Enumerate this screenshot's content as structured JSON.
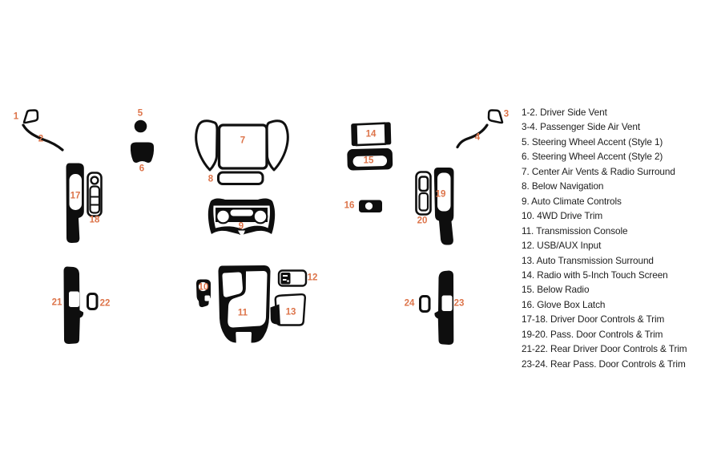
{
  "diagram": {
    "part_labels": [
      "1",
      "2",
      "3",
      "4",
      "5",
      "6",
      "7",
      "8",
      "9",
      "10",
      "11",
      "12",
      "13",
      "14",
      "15",
      "16",
      "17",
      "18",
      "19",
      "20",
      "21",
      "22",
      "23",
      "24"
    ]
  },
  "legend": {
    "items": [
      "1-2. Driver Side Vent",
      "3-4. Passenger Side Air Vent",
      "5. Steering Wheel Accent (Style 1)",
      "6. Steering Wheel Accent (Style 2)",
      "7. Center Air Vents & Radio Surround",
      "8. Below Navigation",
      "9. Auto Climate Controls",
      "10. 4WD Drive Trim",
      "11. Transmission Console",
      "12. USB/AUX Input",
      "13. Auto Transmission Surround",
      "14. Radio with 5-Inch Touch Screen",
      "15. Below Radio",
      "16. Glove Box Latch",
      "17-18. Driver Door Controls & Trim",
      "19-20. Pass. Door Controls & Trim",
      "21-22. Rear Driver Door Controls & Trim",
      "23-24. Rear Pass. Door Controls & Trim"
    ]
  },
  "colors": {
    "part_label": "#dd744a",
    "piece": "#0e0e0e",
    "legend_text": "#1d1d1d",
    "background": "#ffffff"
  }
}
